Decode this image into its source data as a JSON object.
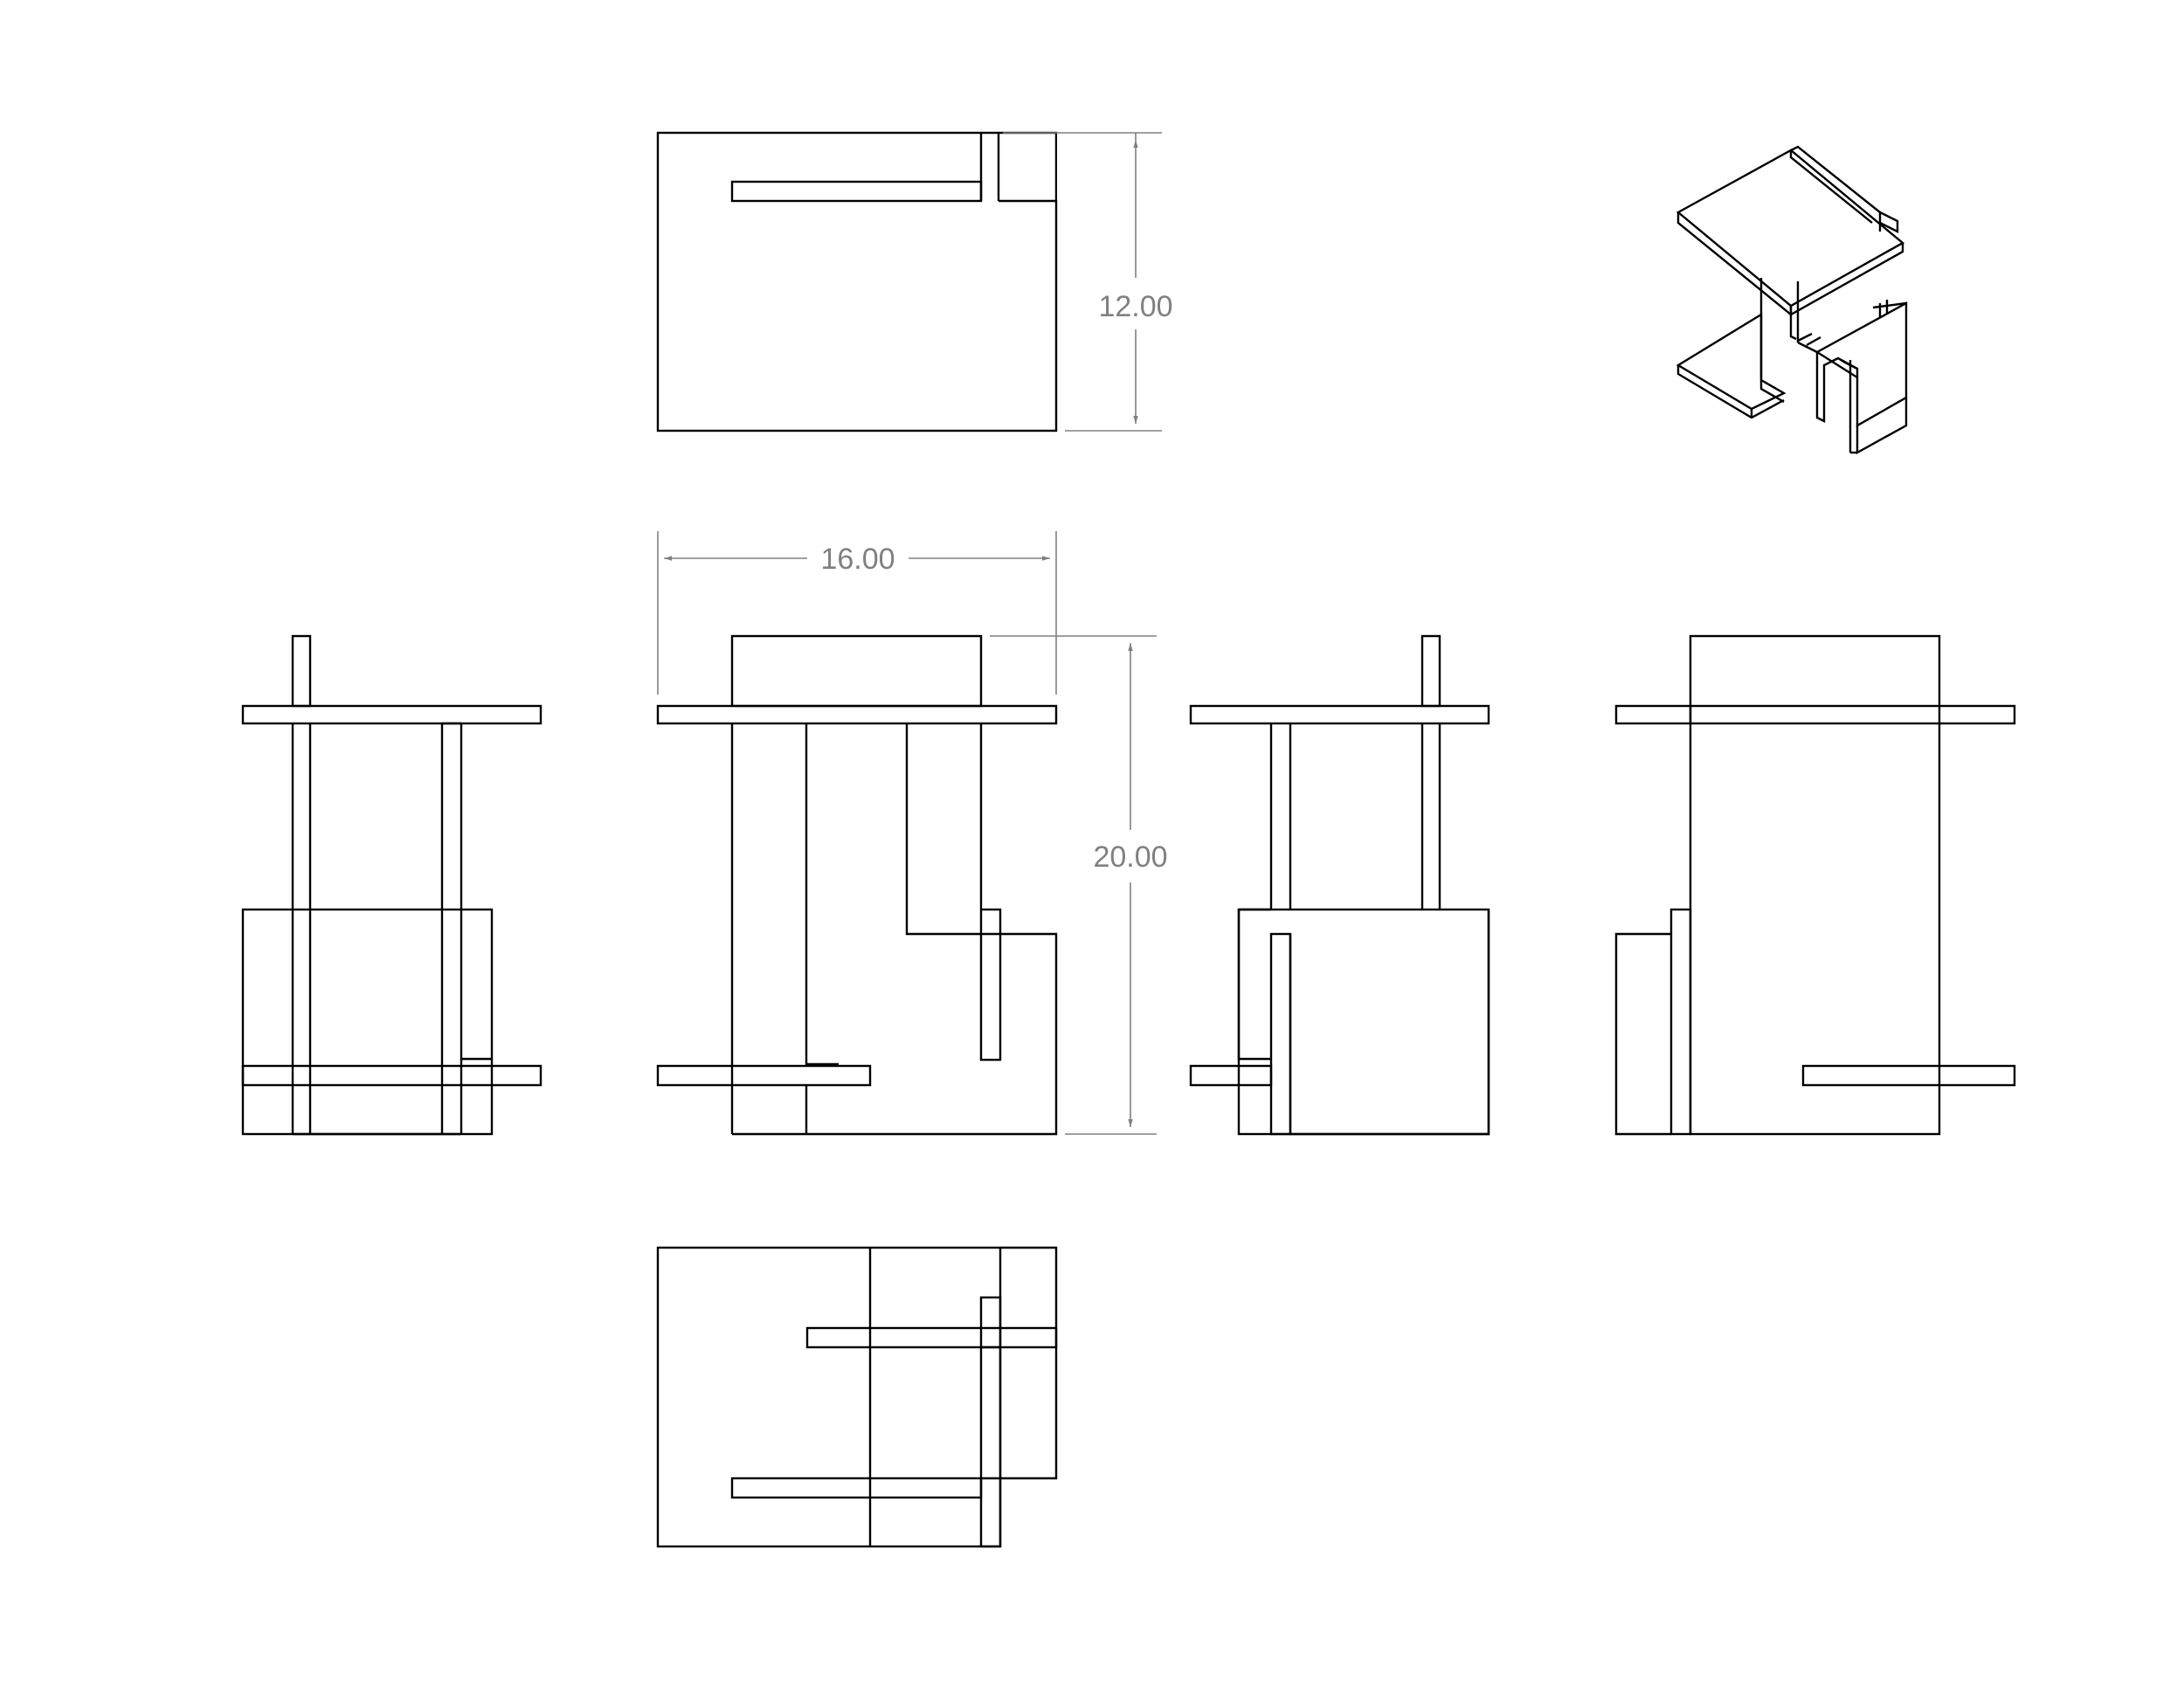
{
  "drawing": {
    "dimensions": {
      "width": "16.00",
      "height": "20.00",
      "depth": "12.00"
    },
    "colors": {
      "line": "#000000",
      "dimension": "#808080",
      "background": "#ffffff"
    }
  }
}
